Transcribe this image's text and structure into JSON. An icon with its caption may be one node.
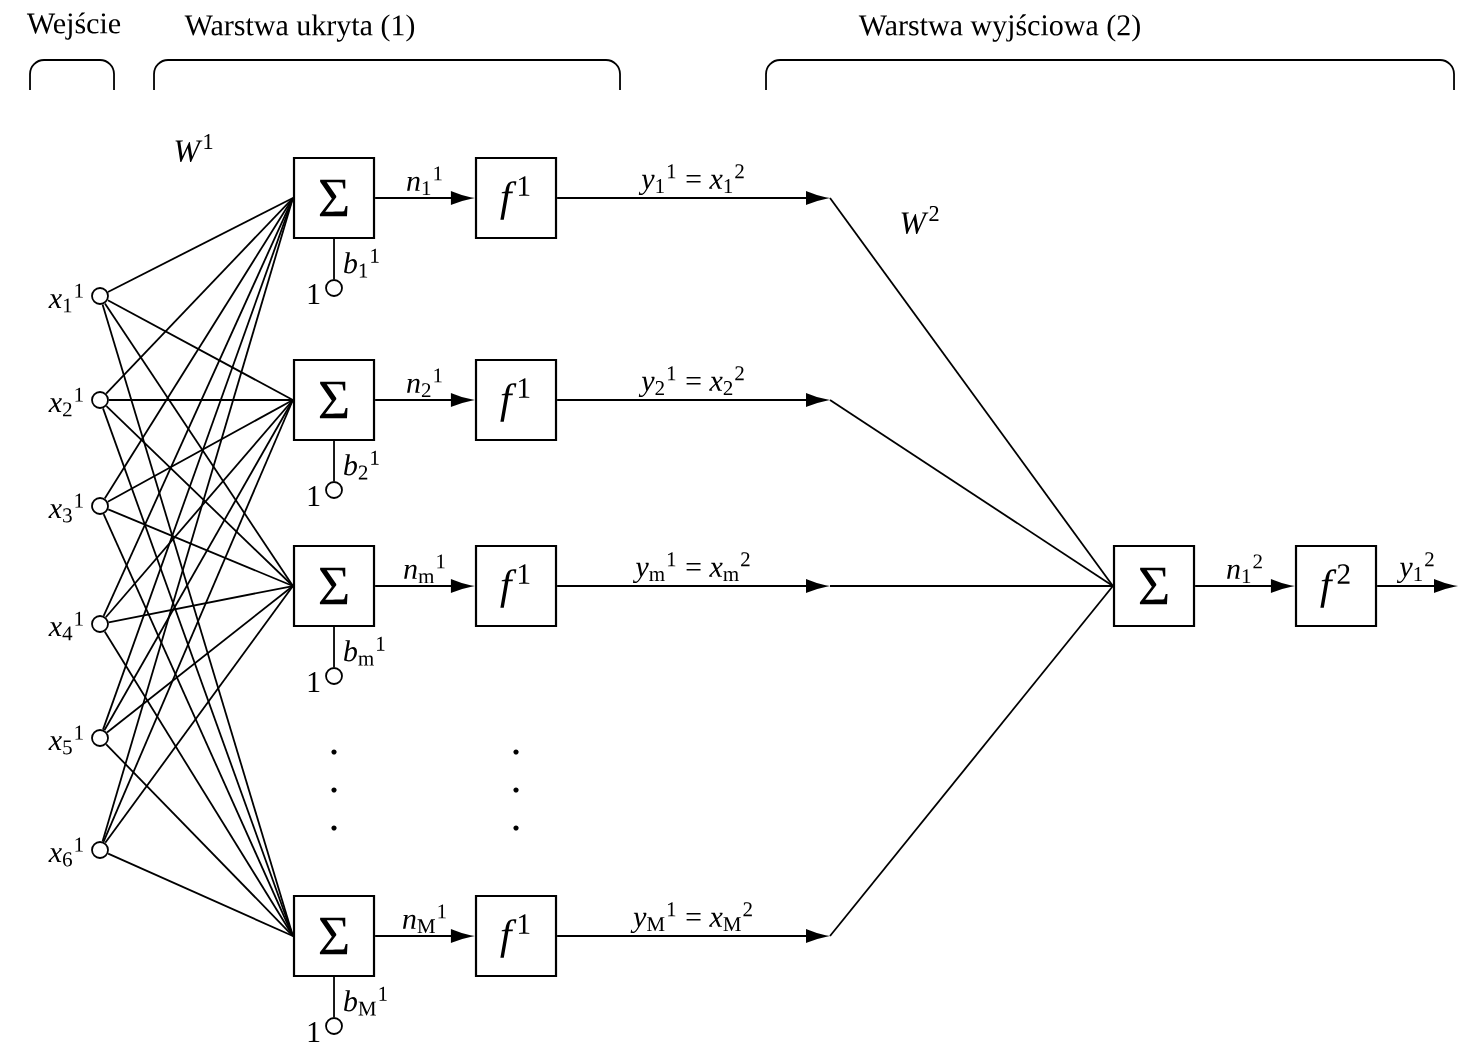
{
  "diagram": {
    "nodes": [
      {
        "text": [],
        "shape": "circle",
        "beside": [
          "*x*$_{1}$$^{1}$"
        ]
      },
      {
        "text": [],
        "shape": "circle",
        "beside": [
          "*x*$_{2}$$^{1}$"
        ]
      },
      {
        "text": [],
        "shape": "circle",
        "beside": [
          "*x*$_{3}$$^{1}$"
        ]
      },
      {
        "text": [],
        "shape": "circle",
        "beside": [
          "*x*$_{4}$$^{1}$"
        ]
      },
      {
        "text": [],
        "shape": "circle",
        "beside": [
          "*x*$_{5}$$^{1}$"
        ]
      },
      {
        "text": [],
        "shape": "circle",
        "beside": [
          "*x*$_{6}$$^{1}$"
        ]
      },
      {
        "text": [
          "Σ"
        ]
      },
      {
        "text": [
          "Σ"
        ]
      },
      {
        "text": [
          "Σ"
        ]
      },
      {
        "text": [
          "Σ"
        ]
      },
      {
        "text": [
          "*f*$^{1}$"
        ]
      },
      {
        "text": [
          "*f*$^{1}$"
        ]
      },
      {
        "text": [
          "*f*$^{1}$"
        ]
      },
      {
        "text": [
          "*f*$^{1}$"
        ]
      },
      {
        "text": [],
        "shape": "circle",
        "beside": [
          "1"
        ]
      },
      {
        "text": [],
        "shape": "circle",
        "beside": [
          "1"
        ]
      },
      {
        "text": [],
        "shape": "circle",
        "beside": [
          "1"
        ]
      },
      {
        "text": [],
        "shape": "circle",
        "beside": [
          "1"
        ]
      },
      {
        "text": [
          "Σ"
        ]
      },
      {
        "text": [
          "*f*$^{2}$"
        ]
      }
    ],
    "edges": [
      {
        "from": 0,
        "to": 6,
        "arrow": "none"
      },
      {
        "from": 0,
        "to": 7,
        "arrow": "none"
      },
      {
        "from": 0,
        "to": 8,
        "arrow": "none"
      },
      {
        "from": 0,
        "to": 9,
        "arrow": "none"
      },
      {
        "from": 1,
        "to": 6,
        "arrow": "none"
      },
      {
        "from": 1,
        "to": 7,
        "arrow": "none"
      },
      {
        "from": 1,
        "to": 8,
        "arrow": "none"
      },
      {
        "from": 1,
        "to": 9,
        "arrow": "none"
      },
      {
        "from": 2,
        "to": 6,
        "arrow": "none"
      },
      {
        "from": 2,
        "to": 7,
        "arrow": "none"
      },
      {
        "from": 2,
        "to": 8,
        "arrow": "none"
      },
      {
        "from": 2,
        "to": 9,
        "arrow": "none"
      },
      {
        "from": 3,
        "to": 6,
        "arrow": "none"
      },
      {
        "from": 3,
        "to": 7,
        "arrow": "none"
      },
      {
        "from": 3,
        "to": 8,
        "arrow": "none"
      },
      {
        "from": 3,
        "to": 9,
        "arrow": "none"
      },
      {
        "from": 4,
        "to": 6,
        "arrow": "none"
      },
      {
        "from": 4,
        "to": 7,
        "arrow": "none"
      },
      {
        "from": 4,
        "to": 8,
        "arrow": "none"
      },
      {
        "from": 4,
        "to": 9,
        "arrow": "none"
      },
      {
        "from": 5,
        "to": 6,
        "arrow": "none"
      },
      {
        "from": 5,
        "to": 7,
        "arrow": "none"
      },
      {
        "from": 5,
        "to": 8,
        "arrow": "none"
      },
      {
        "from": 5,
        "to": 9,
        "arrow": "none"
      },
      {
        "from": 14,
        "to": 6,
        "arrow": "none",
        "label": "*b*$_{1}$$^{1}$"
      },
      {
        "from": 15,
        "to": 7,
        "arrow": "none",
        "label": "*b*$_{2}$$^{1}$"
      },
      {
        "from": 16,
        "to": 8,
        "arrow": "none",
        "label": "*b*$_{m}$$^{1}$"
      },
      {
        "from": 17,
        "to": 9,
        "arrow": "none",
        "label": "*b*$_{M}$$^{1}$"
      },
      {
        "from": 6,
        "to": 10,
        "arrow": "to",
        "label": "*n*$_{1}$$^{1}$"
      },
      {
        "from": 7,
        "to": 11,
        "arrow": "to",
        "label": "*n*$_{2}$$^{1}$"
      },
      {
        "from": 8,
        "to": 12,
        "arrow": "to",
        "label": "*n*$_{m}$$^{1}$"
      },
      {
        "from": 9,
        "to": 13,
        "arrow": "to",
        "label": "*n*$_{M}$$^{1}$"
      },
      {
        "from": 10,
        "to": null,
        "arrow": "to",
        "label": "*y*$_{1}$$^{1}$ = *x*$_{1}$$^{2}$"
      },
      {
        "from": null,
        "to": 18,
        "arrow": "none"
      },
      {
        "from": 11,
        "to": null,
        "arrow": "to",
        "label": "*y*$_{2}$$^{1}$ = *x*$_{2}$$^{2}$"
      },
      {
        "from": null,
        "to": 18,
        "arrow": "none"
      },
      {
        "from": 12,
        "to": null,
        "arrow": "to",
        "label": "*y*$_{m}$$^{1}$ = *x*$_{m}$$^{2}$"
      },
      {
        "from": null,
        "to": 18,
        "arrow": "none"
      },
      {
        "from": 13,
        "to": null,
        "arrow": "to",
        "label": "*y*$_{M}$$^{1}$ = *x*$_{M}$$^{2}$"
      },
      {
        "from": null,
        "to": 18,
        "arrow": "none"
      },
      {
        "from": 18,
        "to": 19,
        "arrow": "to",
        "label": "*n*$_{1}$$^{2}$"
      },
      {
        "from": 19,
        "to": null,
        "arrow": "to",
        "label": "*y*$_{1}$$^{2}$"
      }
    ],
    "labels": [
      "Wejście",
      "Warstwa ukryta (1)",
      "Warstwa wyjściowa (2)",
      "*W*$^{1}$",
      "*W*$^{2}$"
    ]
  }
}
